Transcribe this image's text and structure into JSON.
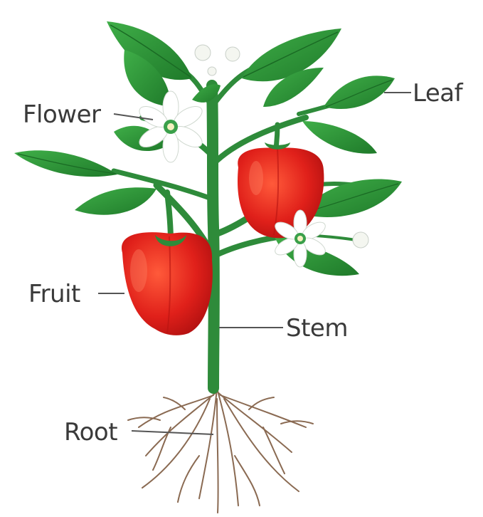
{
  "labels": {
    "leaf": "Leaf",
    "flower": "Flower",
    "fruit": "Fruit",
    "stem": "Stem",
    "root": "Root"
  },
  "colors": {
    "leaf": "#2f9a3a",
    "leaf_dark": "#1f7a2a",
    "stem": "#2e8b3a",
    "fruit": "#e0201a",
    "fruit_highlight": "#ff5a3a",
    "flower": "#ffffff",
    "flower_center": "#3aa04a",
    "root": "#8a6a52",
    "label": "#3a3a3a"
  },
  "icons": [
    "pepper-plant",
    "leaf",
    "flower",
    "fruit",
    "stem",
    "root"
  ]
}
